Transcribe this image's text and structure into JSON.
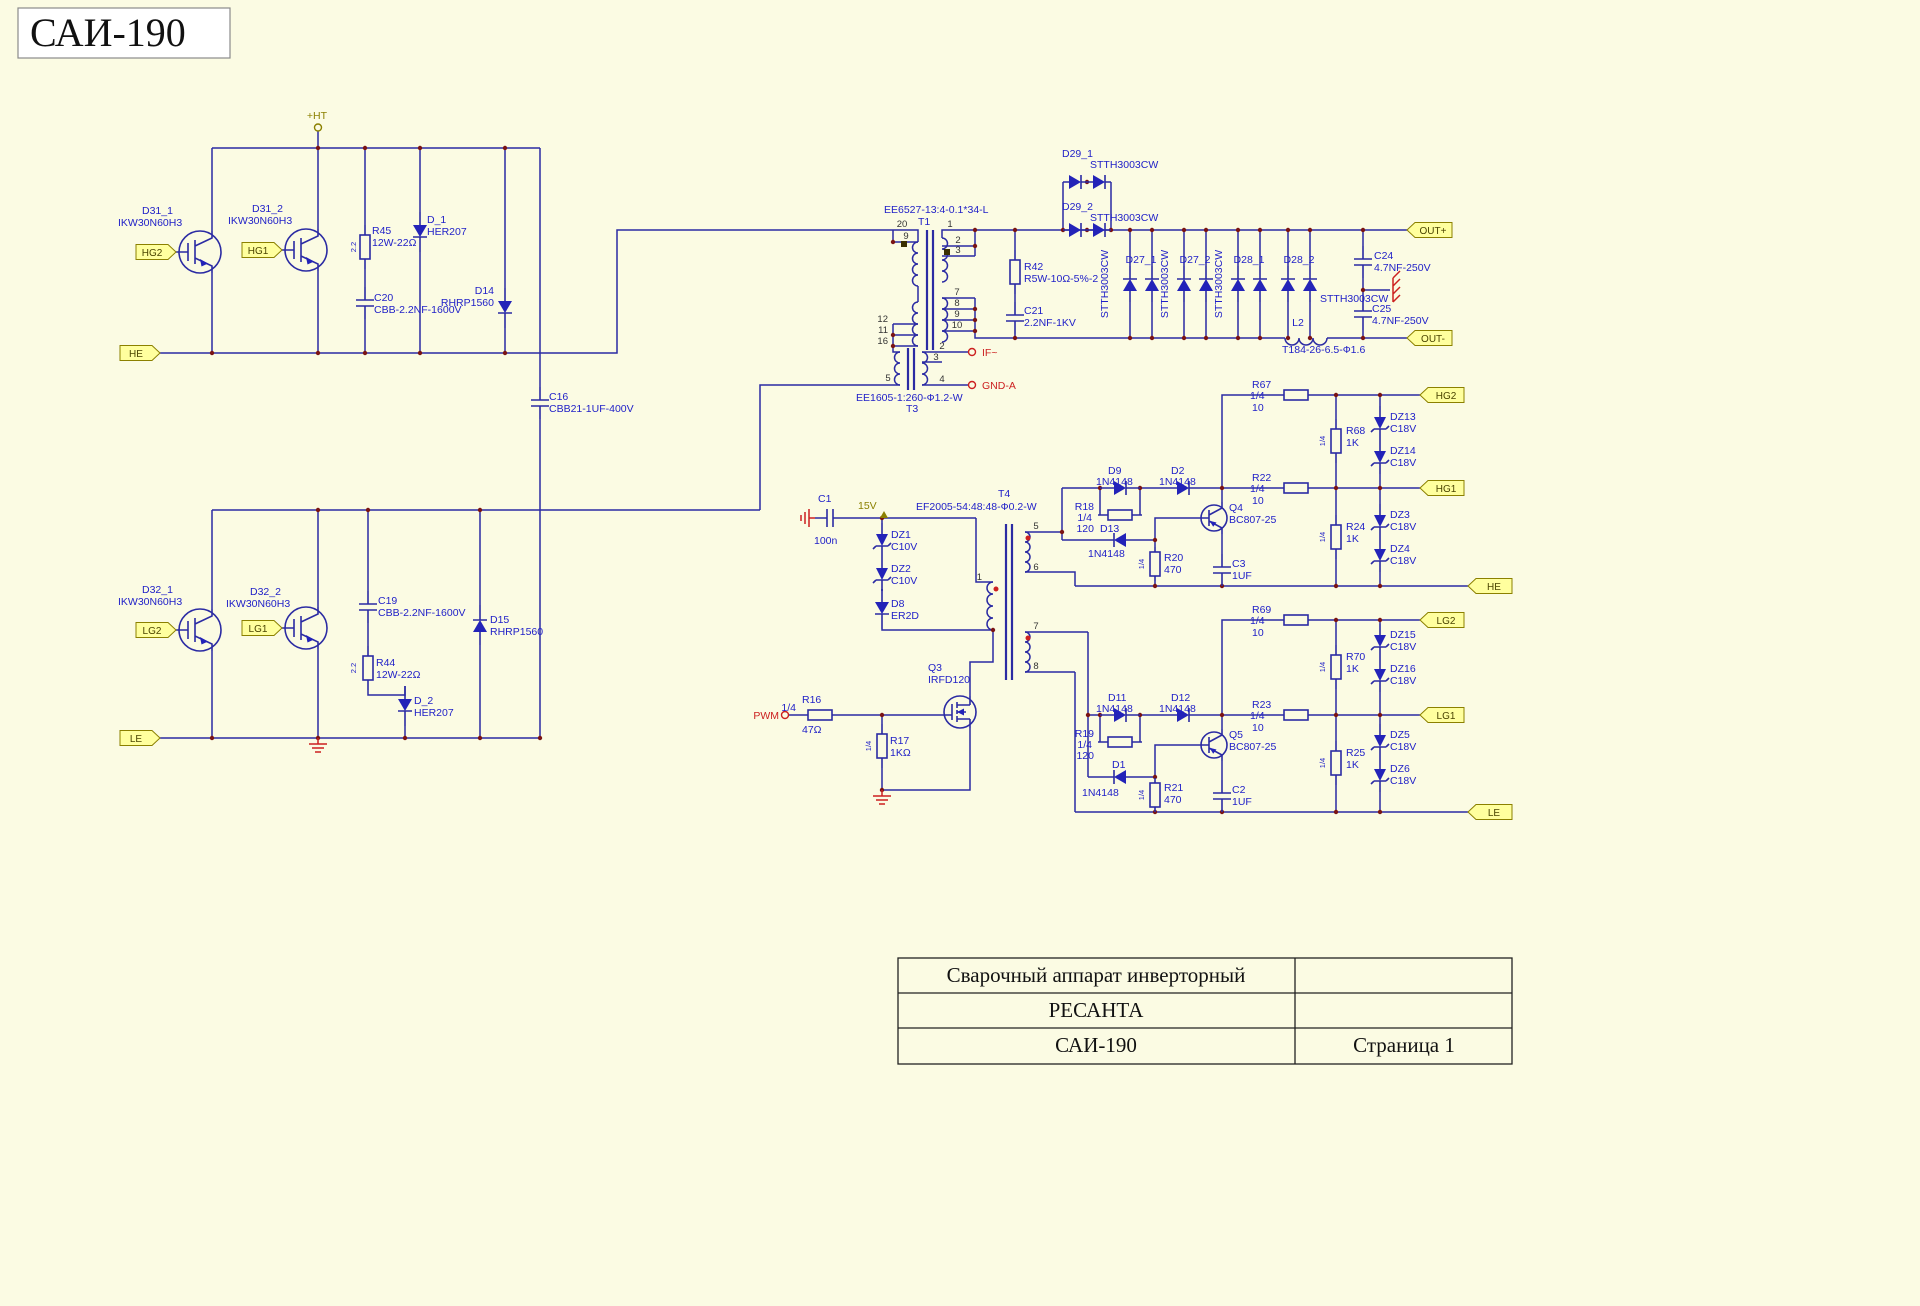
{
  "title": "САИ-190",
  "n": {
    "ht": "+HT",
    "v15": "15V",
    "pwm": "PWM",
    "ifo": "IF~",
    "gnda": "GND-A",
    "outp": "OUT+",
    "outm": "OUT-"
  },
  "fl": {
    "hg2": "HG2",
    "hg1": "HG1",
    "he": "HE",
    "lg2": "LG2",
    "lg1": "LG1",
    "le": "LE"
  },
  "fr": {
    "hg2": "HG2",
    "hg1": "HG1",
    "he": "HE",
    "lg2": "LG2",
    "lg1": "LG1",
    "le": "LE"
  },
  "c": {
    "D31_1": {
      "ref": "D31_1",
      "val": "IKW30N60H3"
    },
    "D31_2": {
      "ref": "D31_2",
      "val": "IKW30N60H3"
    },
    "D32_1": {
      "ref": "D32_1",
      "val": "IKW30N60H3"
    },
    "D32_2": {
      "ref": "D32_2",
      "val": "IKW30N60H3"
    },
    "R45": {
      "ref": "R45",
      "val": "12W-22Ω",
      "vert": "2.2"
    },
    "R44": {
      "ref": "R44",
      "val": "12W-22Ω",
      "vert": "2.2"
    },
    "D_1": {
      "ref": "D_1",
      "val": "HER207"
    },
    "D_2": {
      "ref": "D_2",
      "val": "HER207"
    },
    "C20": {
      "ref": "C20",
      "val": "CBB-2.2NF-1600V"
    },
    "C19": {
      "ref": "C19",
      "val": "CBB-2.2NF-1600V"
    },
    "D14": {
      "ref": "D14",
      "val": "RHRP1560"
    },
    "D15": {
      "ref": "D15",
      "val": "RHRP1560"
    },
    "C16": {
      "ref": "C16",
      "val": "CBB21-1UF-400V"
    },
    "T1": {
      "ref": "T1",
      "val": "EE6527-13:4-0.1*34-L"
    },
    "T3": {
      "ref": "T3",
      "val": "EE1605-1:260-Ф1.2-W"
    },
    "T4": {
      "ref": "T4",
      "val": "EF2005-54:48:48-Ф0.2-W"
    },
    "R42": {
      "ref": "R42",
      "val": "R5W-10Ω-5%-2"
    },
    "C21": {
      "ref": "C21",
      "val": "2.2NF-1KV"
    },
    "D29_1": {
      "ref": "D29_1",
      "val": "STTH3003CW"
    },
    "D29_2": {
      "ref": "D29_2",
      "val": "STTH3003CW"
    },
    "D27_1": {
      "ref": "D27_1"
    },
    "D27_2": {
      "ref": "D27_2"
    },
    "D28_1": {
      "ref": "D28_1"
    },
    "D28_2": {
      "ref": "D28_2",
      "val": "STTH3003CW"
    },
    "stth": {
      "val": "STTH3003CW"
    },
    "C24": {
      "ref": "C24",
      "val": "4.7NF-250V"
    },
    "C25": {
      "ref": "C25",
      "val": "4.7NF-250V"
    },
    "L2": {
      "ref": "L2",
      "val": "T184-26-6.5-Ф1.6"
    },
    "C1": {
      "ref": "C1",
      "val": "100n"
    },
    "DZ1": {
      "ref": "DZ1",
      "val": "C10V"
    },
    "DZ2": {
      "ref": "DZ2",
      "val": "C10V"
    },
    "D8": {
      "ref": "D8",
      "val": "ER2D"
    },
    "Q3": {
      "ref": "Q3",
      "val": "IRFD120"
    },
    "R16": {
      "ref": "R16",
      "pwr": "1/4",
      "val": "47Ω"
    },
    "R17": {
      "ref": "R17",
      "val": "1KΩ",
      "vert": "1/4"
    },
    "R18": {
      "ref": "R18",
      "pwr": "1/4",
      "val": "120"
    },
    "R19": {
      "ref": "R19",
      "pwr": "1/4",
      "val": "120"
    },
    "D9": {
      "ref": "D9",
      "val": "1N4148"
    },
    "D2": {
      "ref": "D2",
      "val": "1N4148"
    },
    "D13": {
      "ref": "D13",
      "val": "1N4148"
    },
    "D11": {
      "ref": "D11",
      "val": "1N4148"
    },
    "D12": {
      "ref": "D12",
      "val": "1N4148"
    },
    "D1": {
      "ref": "D1",
      "val": "1N4148"
    },
    "R20": {
      "ref": "R20",
      "val": "470",
      "vert": "1/4"
    },
    "R21": {
      "ref": "R21",
      "val": "470",
      "vert": "1/4"
    },
    "Q4": {
      "ref": "Q4",
      "val": "BC807-25"
    },
    "Q5": {
      "ref": "Q5",
      "val": "BC807-25"
    },
    "C3": {
      "ref": "C3",
      "val": "1UF"
    },
    "C2": {
      "ref": "C2",
      "val": "1UF"
    },
    "R67": {
      "ref": "R67",
      "pwr": "1/4",
      "val": "10"
    },
    "R22": {
      "ref": "R22",
      "pwr": "1/4",
      "val": "10"
    },
    "R69": {
      "ref": "R69",
      "pwr": "1/4",
      "val": "10"
    },
    "R23": {
      "ref": "R23",
      "pwr": "1/4",
      "val": "10"
    },
    "R68": {
      "ref": "R68",
      "val": "1K",
      "vert": "1/4"
    },
    "R24": {
      "ref": "R24",
      "val": "1K",
      "vert": "1/4"
    },
    "R70": {
      "ref": "R70",
      "val": "1K",
      "vert": "1/4"
    },
    "R25": {
      "ref": "R25",
      "val": "1K",
      "vert": "1/4"
    },
    "DZ13": {
      "ref": "DZ13",
      "val": "C18V"
    },
    "DZ14": {
      "ref": "DZ14",
      "val": "C18V"
    },
    "DZ3": {
      "ref": "DZ3",
      "val": "C18V"
    },
    "DZ4": {
      "ref": "DZ4",
      "val": "C18V"
    },
    "DZ15": {
      "ref": "DZ15",
      "val": "C18V"
    },
    "DZ16": {
      "ref": "DZ16",
      "val": "C18V"
    },
    "DZ5": {
      "ref": "DZ5",
      "val": "C18V"
    },
    "DZ6": {
      "ref": "DZ6",
      "val": "C18V"
    }
  },
  "pins": {
    "t1": {
      "p20": "20",
      "p9": "9",
      "p1": "1",
      "p2": "2",
      "p3": "3",
      "p7": "7",
      "p8": "8",
      "p9b": "9",
      "p10": "10",
      "p12": "12",
      "p11": "11",
      "p16": "16"
    },
    "t3": {
      "p5": "5",
      "p2": "2",
      "p3": "3",
      "p4": "4"
    },
    "t4": {
      "p1": "1",
      "p5": "5",
      "p6": "6",
      "p7": "7",
      "p8": "8"
    }
  },
  "tb": {
    "row1": "Сварочный аппарат инверторный",
    "row2": "РЕСАНТА",
    "row3": "САИ-190",
    "page": "Страница  1"
  }
}
